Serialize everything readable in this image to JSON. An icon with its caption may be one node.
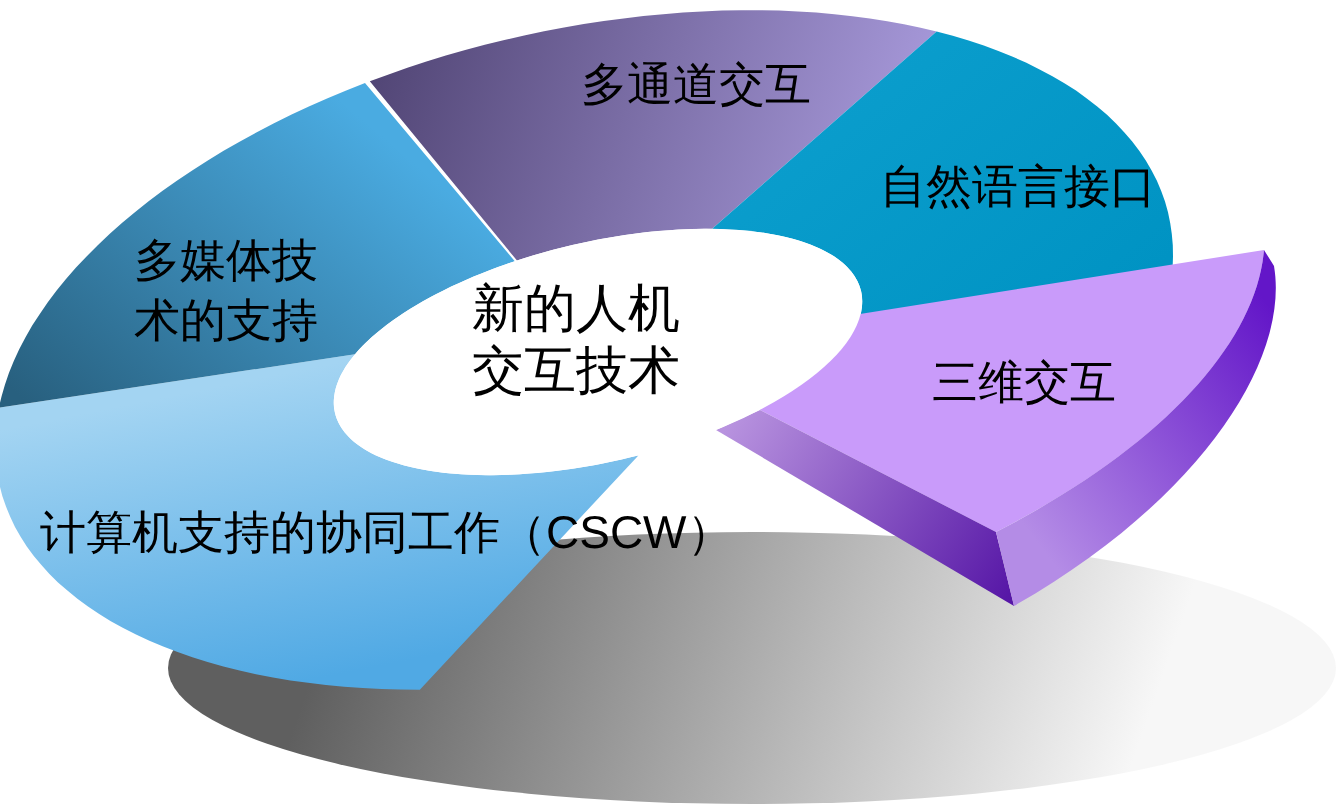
{
  "diagram": {
    "nodes": [
      {
        "text": [
          "新的人机交互技术"
        ]
      },
      {
        "text": [
          "多通道交互"
        ]
      },
      {
        "text": [
          "自然语言接口"
        ]
      },
      {
        "text": [
          "三维交互"
        ]
      },
      {
        "text": [
          "计算机支持的协同工作（CSCW）"
        ]
      },
      {
        "text": [
          "多媒体技术的支持"
        ]
      }
    ]
  }
}
